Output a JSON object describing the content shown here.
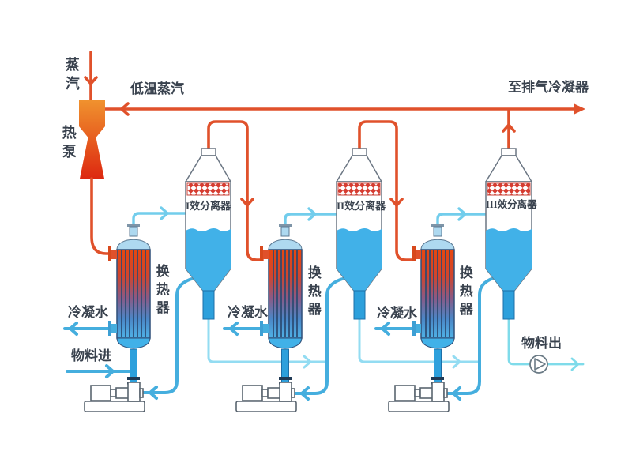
{
  "diagram": {
    "type": "process-flow-diagram",
    "labels": {
      "steam": "蒸汽",
      "heat_pump": "热泵",
      "low_temp_steam": "低温蒸汽",
      "to_vent_condenser": "至排气冷凝器",
      "separator_1": "I效分离器",
      "separator_2": "II效分离器",
      "separator_3": "III效分离器",
      "heat_exchanger": "换热器",
      "condensate_water": "冷凝水",
      "material_in": "物料进",
      "material_out": "物料出"
    },
    "colors": {
      "vapor_line": "#e0512b",
      "liquid_pipe": "#45aede",
      "light_line": "#93dcf2",
      "liquid_fill": "#41b1e8",
      "demister": "#d63c30",
      "text": "#39424e"
    }
  }
}
